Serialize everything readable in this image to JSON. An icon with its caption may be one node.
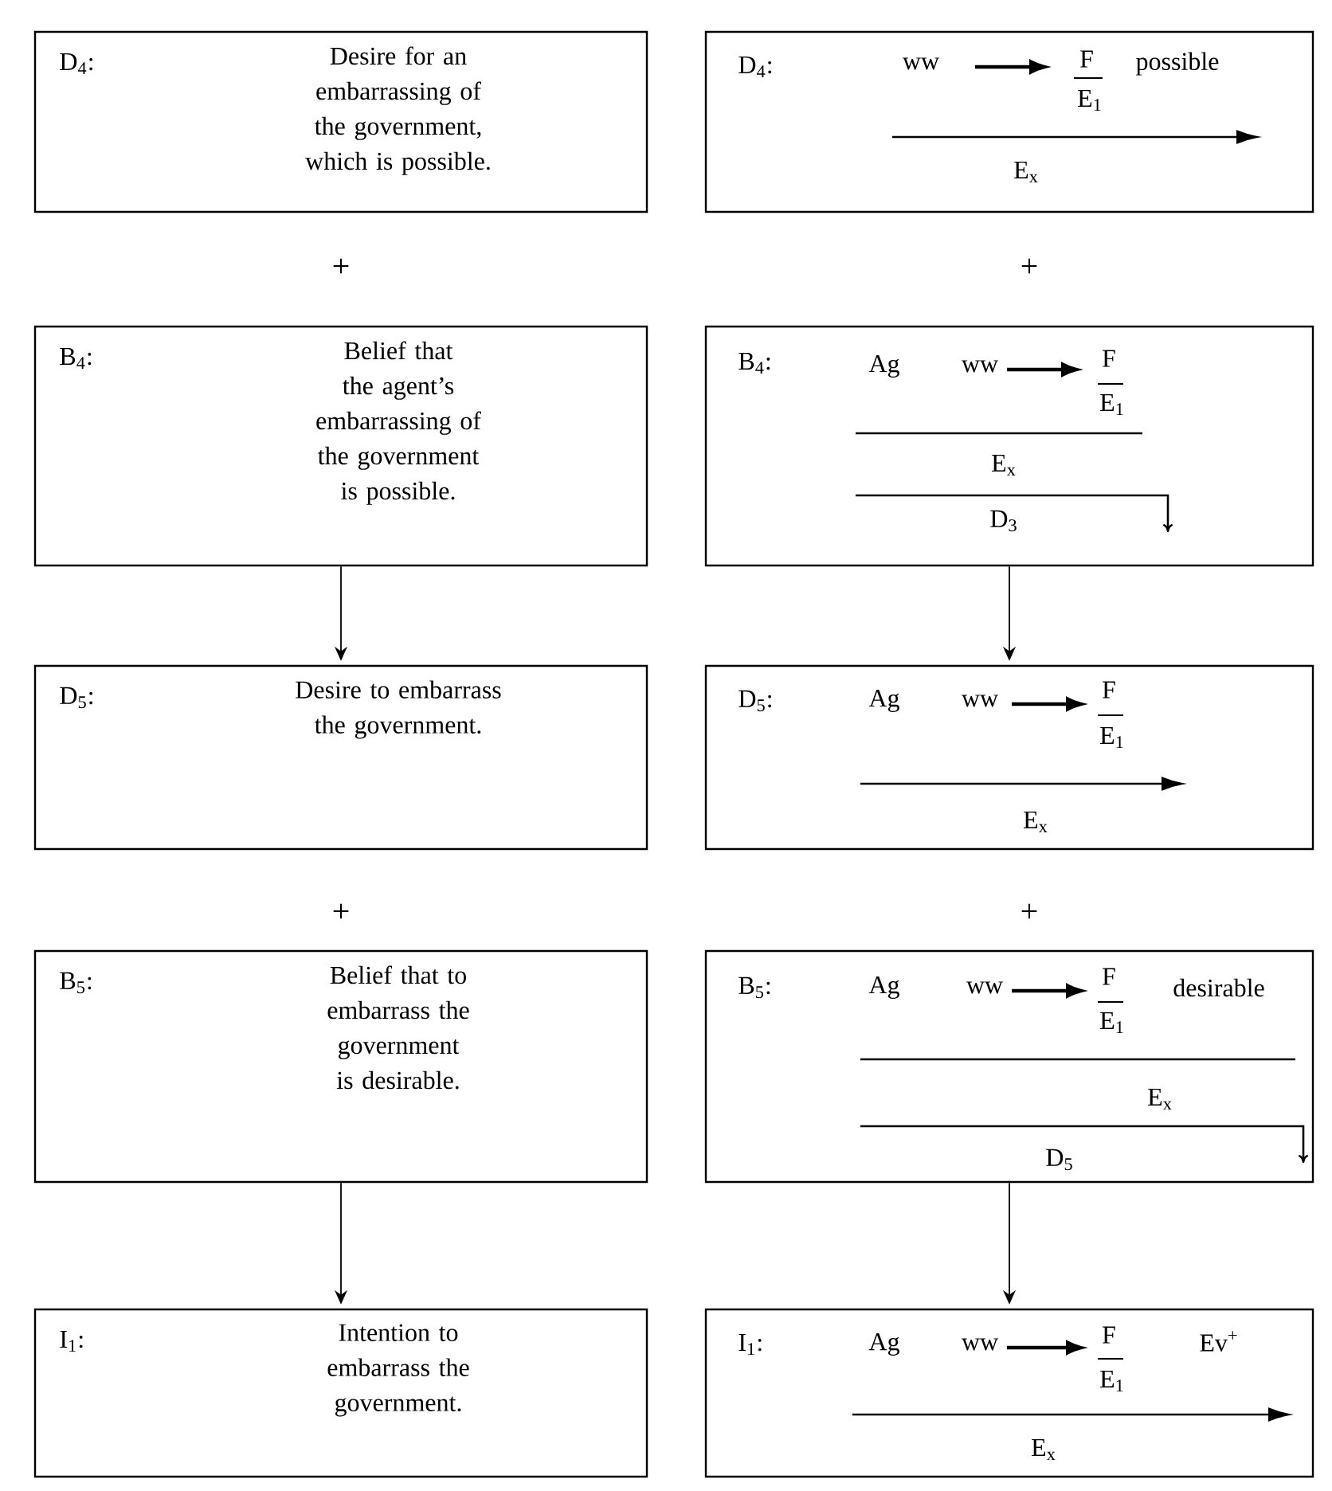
{
  "diagram": {
    "nodes": [
      {
        "text": [
          "D$_{4}$:",
          "Desire for an embarrassing of the government, which is possible."
        ]
      },
      {
        "text": [
          "D$_{4}$:",
          "ww",
          "F",
          "E$_{1}$",
          "possible",
          "E$_{x}$"
        ]
      },
      {
        "text": [
          "B$_{4}$:",
          "Belief that the agent’s embarrassing of the government is possible."
        ]
      },
      {
        "text": [
          "B$_{4}$:",
          "Ag",
          "ww",
          "F",
          "E$_{1}$",
          "E$_{x}$",
          "D$_{3}$"
        ]
      },
      {
        "text": [
          "D$_{5}$:",
          "Desire to embarrass the government."
        ]
      },
      {
        "text": [
          "D$_{5}$:",
          "Ag",
          "ww",
          "F",
          "E$_{1}$",
          "E$_{x}$"
        ]
      },
      {
        "text": [
          "B$_{5}$:",
          "Belief that to embarrass the government is desirable."
        ]
      },
      {
        "text": [
          "B$_{5}$:",
          "Ag",
          "ww",
          "F",
          "E$_{1}$",
          "desirable",
          "E$_{x}$",
          "D$_{5}$"
        ]
      },
      {
        "text": [
          "I$_{1}$:",
          "Intention to embarrass the government."
        ]
      },
      {
        "text": [
          "I$_{1}$:",
          "Ag",
          "ww",
          "F",
          "E$_{1}$",
          "Ev$^{+}$",
          "E$_{x}$"
        ]
      }
    ],
    "edges": [
      {
        "from": 2,
        "to": 4,
        "arrow": "to"
      },
      {
        "from": 3,
        "to": 5,
        "arrow": "to"
      },
      {
        "from": 6,
        "to": 8,
        "arrow": "to"
      },
      {
        "from": 7,
        "to": 9,
        "arrow": "to"
      }
    ],
    "labels": [
      "+",
      "+",
      "+",
      "+"
    ]
  }
}
